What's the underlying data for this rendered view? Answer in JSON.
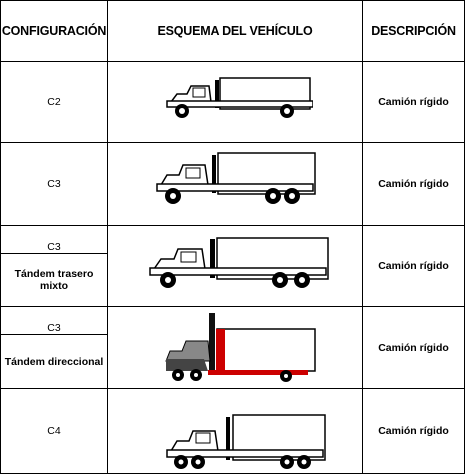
{
  "headers": {
    "configuracion": "CONFIGURACIÓN",
    "esquema": "ESQUEMA DEL VEHÍCULO",
    "descripcion": "DESCRIPCIÓN"
  },
  "rows": [
    {
      "config": "C2",
      "sub": "",
      "description": "Camión rígido",
      "truck_icon": "rigid-truck-2-axles"
    },
    {
      "config": "C3",
      "sub": "",
      "description": "Camión rígido",
      "truck_icon": "rigid-truck-3-axles"
    },
    {
      "config": "C3",
      "sub": "Tándem trasero mixto",
      "description": "Camión rígido",
      "truck_icon": "rigid-truck-mixed-tandem"
    },
    {
      "config": "C3",
      "sub": "Tándem direccional",
      "description": "Camión rígido",
      "truck_icon": "rigid-truck-steer-tandem",
      "highlight_color": "#cc0000"
    },
    {
      "config": "C4",
      "sub": "",
      "description": "Camión rígido",
      "truck_icon": "rigid-truck-4-axles"
    }
  ]
}
